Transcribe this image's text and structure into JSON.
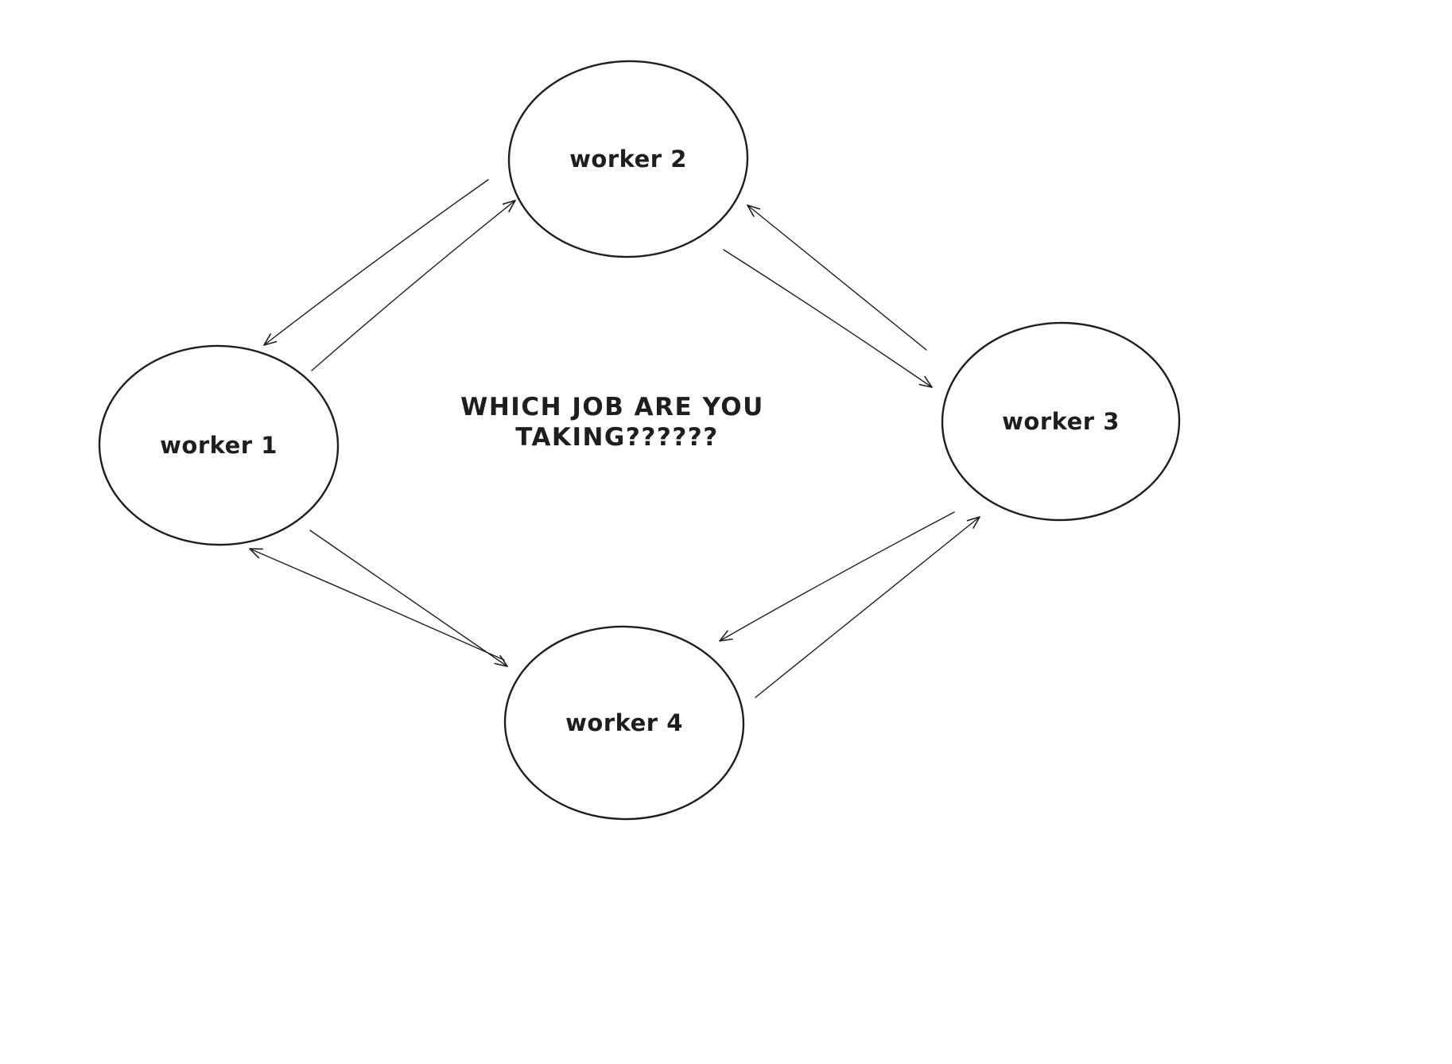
{
  "canvas": {
    "background": "#ffffff",
    "stroke_color": "#1e1e1e"
  },
  "diagram": {
    "type": "graph",
    "style": "hand-drawn",
    "center_text": {
      "line1": "WHICH JOB ARE YOU",
      "line2": "TAKING??????"
    },
    "nodes": [
      {
        "id": "worker-1",
        "label": "worker 1",
        "shape": "ellipse",
        "position": "left"
      },
      {
        "id": "worker-2",
        "label": "worker 2",
        "shape": "ellipse",
        "position": "top"
      },
      {
        "id": "worker-3",
        "label": "worker 3",
        "shape": "ellipse",
        "position": "right"
      },
      {
        "id": "worker-4",
        "label": "worker 4",
        "shape": "ellipse",
        "position": "bottom"
      }
    ],
    "edges": [
      {
        "from": "worker 1",
        "to": "worker 2",
        "bidirectional": true,
        "arrow_style": "open"
      },
      {
        "from": "worker 2",
        "to": "worker 3",
        "bidirectional": true,
        "arrow_style": "open"
      },
      {
        "from": "worker 3",
        "to": "worker 4",
        "bidirectional": true,
        "arrow_style": "open"
      },
      {
        "from": "worker 4",
        "to": "worker 1",
        "bidirectional": true,
        "arrow_style": "open"
      }
    ]
  }
}
